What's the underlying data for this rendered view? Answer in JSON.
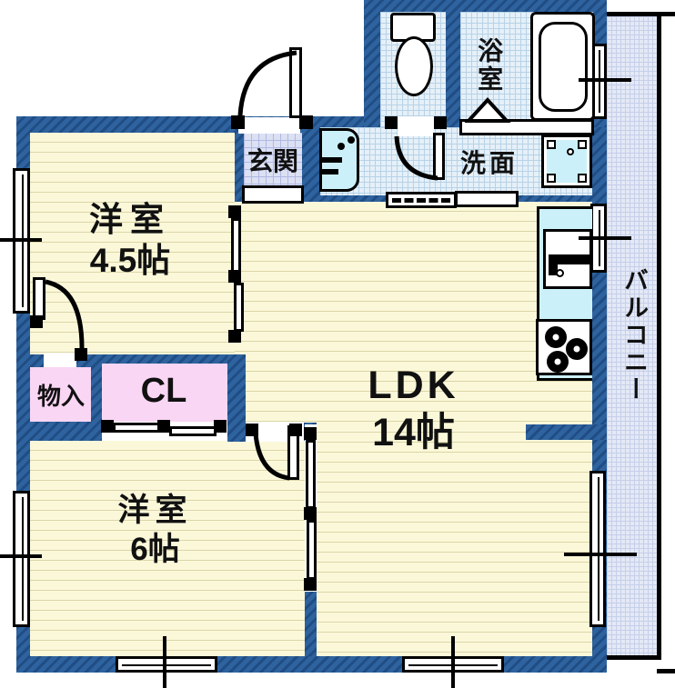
{
  "floorplan": {
    "rooms": {
      "western_room_1": {
        "name": "洋室",
        "size": "4.5帖"
      },
      "western_room_2": {
        "name": "洋室",
        "size": "6帖"
      },
      "ldk": {
        "name": "LDK",
        "size": "14帖"
      },
      "closet": {
        "label": "CL"
      },
      "storage": {
        "label": "物入"
      },
      "entrance": {
        "label": "玄関"
      },
      "washroom": {
        "label": "洗面"
      },
      "bathroom": {
        "label": "浴室"
      },
      "balcony": {
        "label": "バルコニー"
      }
    },
    "fixtures": [
      "toilet",
      "bathtub",
      "washbasin",
      "washing-machine-pan",
      "kitchen-sink",
      "gas-stove"
    ],
    "colors": {
      "wall": "#2A5E9C",
      "room_fill": "#FBF8DA",
      "wet_area_fill": "#E6F0F8",
      "entrance_fill": "#DCE0F3",
      "balcony_fill": "#E4E9F6",
      "closet_fill": "#F9D6F3",
      "fixture_fill": "#CBF0F9",
      "outline": "#000000"
    }
  }
}
